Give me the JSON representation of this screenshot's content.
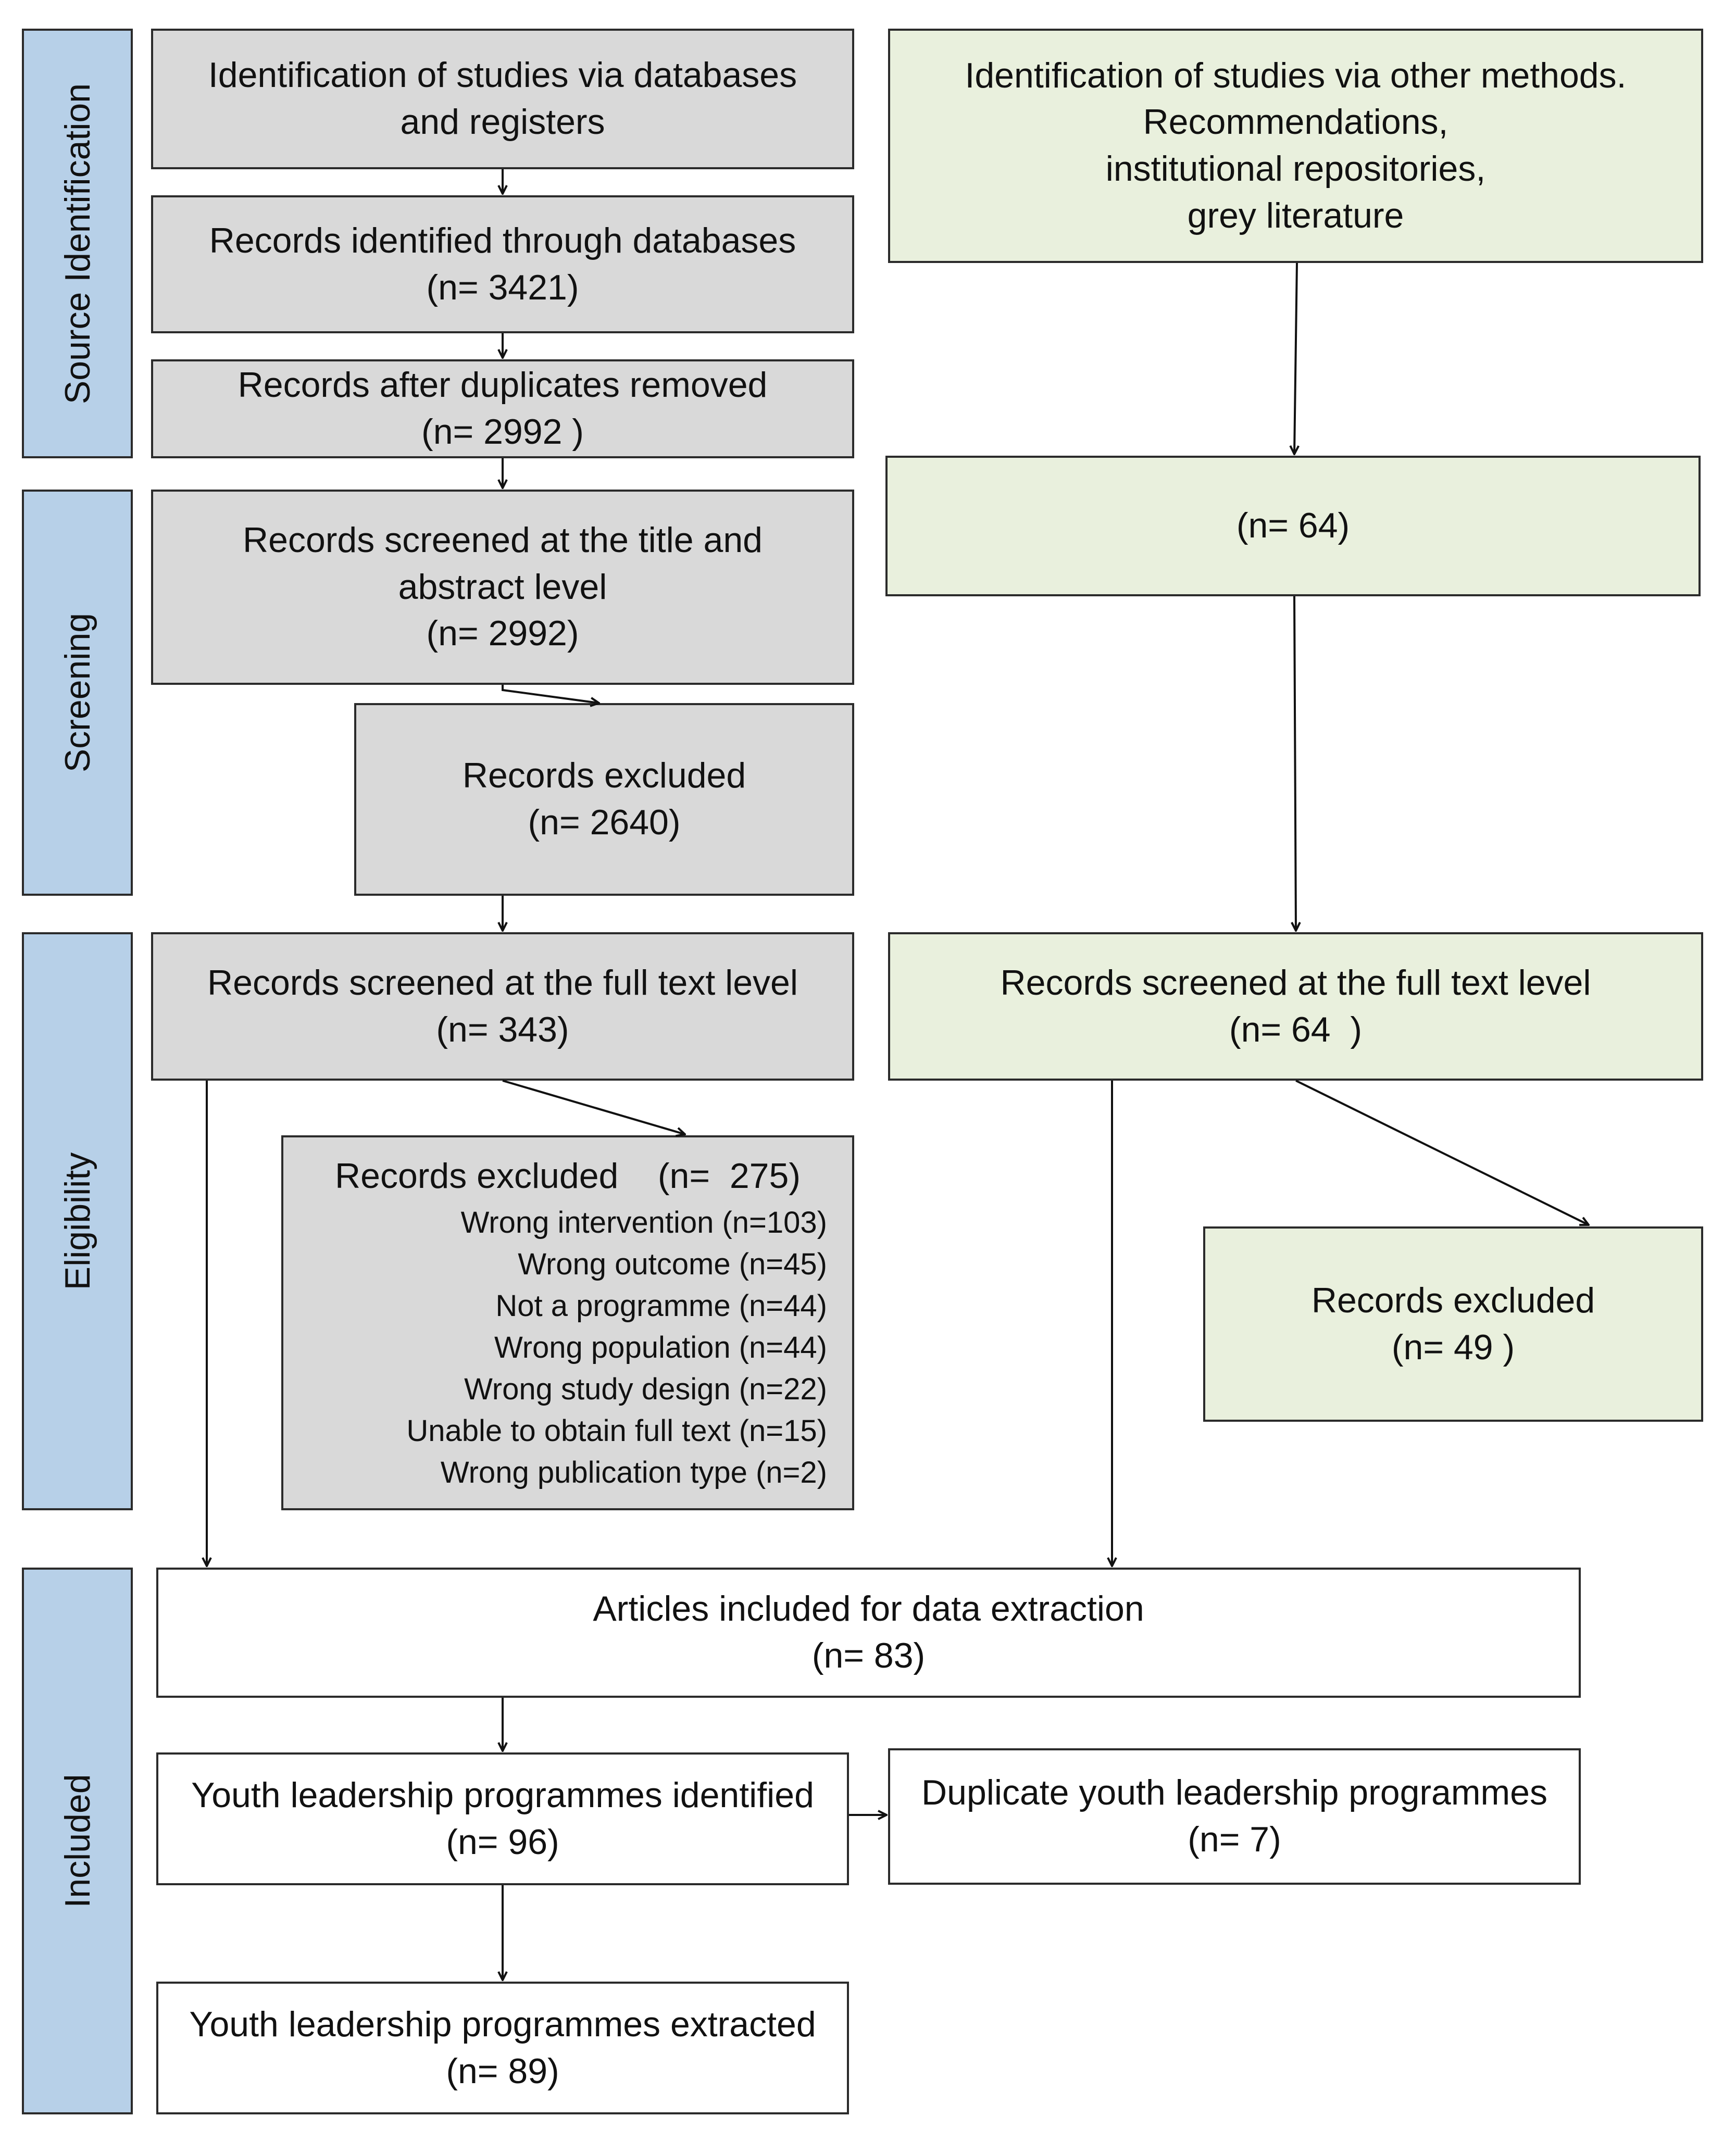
{
  "stages": {
    "source": "Source Identification",
    "screening": "Screening",
    "eligibility": "Eligibility",
    "included": "Included"
  },
  "databases": {
    "identification": [
      "Identification of studies via databases",
      "and registers"
    ],
    "identified": [
      "Records identified through databases",
      "(n= 3421)"
    ],
    "deduplicated": [
      "Records after duplicates removed",
      "(n= 2992 )"
    ],
    "screened_title_abstract": [
      "Records screened at the title and",
      "abstract level",
      "(n=  2992)"
    ],
    "excluded_screening": [
      "Records excluded",
      "(n=  2640)"
    ],
    "screened_full_text": [
      "Records screened at the full text level",
      "(n= 343)"
    ],
    "excluded_full_text": {
      "header": "Records excluded    (n=  275)",
      "reasons": [
        "Wrong intervention (n=103)",
        "Wrong outcome (n=45)",
        "Not a programme (n=44)",
        "Wrong population (n=44)",
        "Wrong study design (n=22)",
        "Unable to obtain full text (n=15)",
        "Wrong publication type (n=2)"
      ]
    }
  },
  "other_methods": {
    "identification": [
      "Identification of studies via other methods.",
      "Recommendations,",
      "institutional repositories,",
      "grey literature"
    ],
    "count": [
      "(n= 64)"
    ],
    "screened_full_text": [
      "Records screened at the full text level",
      "(n= 64  )"
    ],
    "excluded": [
      "Records excluded",
      "(n= 49 )"
    ]
  },
  "included": {
    "articles": [
      "Articles included for data extraction",
      "(n= 83)"
    ],
    "programmes_identified": [
      "Youth leadership programmes identified",
      "(n= 96)"
    ],
    "duplicates": [
      "Duplicate youth leadership programmes",
      "(n= 7)"
    ],
    "programmes_extracted": [
      "Youth leadership programmes extracted",
      "(n= 89)"
    ]
  },
  "colors": {
    "stage_fill": "#b7d0e8",
    "database_fill": "#d9d9d9",
    "other_fill": "#e9f0dd",
    "included_fill": "#ffffff",
    "border": "#2b2b2b"
  }
}
